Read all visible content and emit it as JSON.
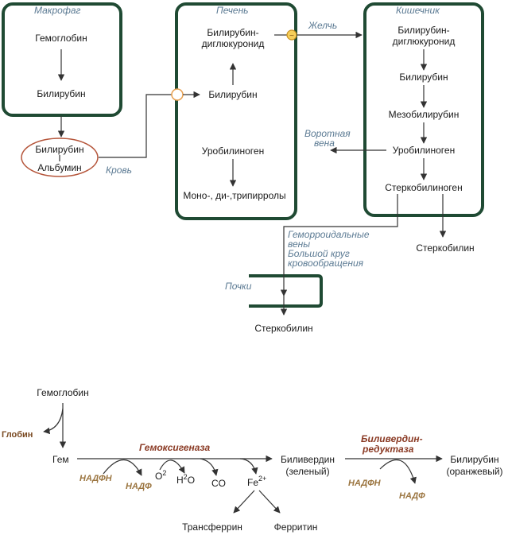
{
  "top": {
    "macrophage": {
      "title": "Макрофаг",
      "hemoglobin": "Гемоглобин",
      "bilirubin": "Билирубин"
    },
    "complex": {
      "line1": "Билирубин",
      "line2": "Альбумин",
      "blood": "Кровь"
    },
    "liver": {
      "title": "Печень",
      "bdg1": "Билирубин-",
      "bdg2": "диглюкуронид",
      "bilirubin": "Билирубин",
      "urobilinogen": "Уробилиноген",
      "pyrroles": "Моно-, ди-,трипирролы"
    },
    "bile": "Желчь",
    "portal": {
      "line1": "Воротная",
      "line2": "вена"
    },
    "intestine": {
      "title": "Кишечник",
      "bdg1": "Билирубин-",
      "bdg2": "диглюкуронид",
      "bilirubin": "Билирубин",
      "mesobilirubin": "Мезобилирубин",
      "urobilinogen": "Уробилиноген",
      "stercobilinogen": "Стеркобилиноген"
    },
    "veins": {
      "line1": "Геморроидальные",
      "line2": "вены",
      "line3": "Большой круг",
      "line4": "кровообращения"
    },
    "kidney": "Почки",
    "stercobilin_right": "Стеркобилин",
    "stercobilin_bottom": "Стеркобилин"
  },
  "bottom": {
    "hemoglobin": "Гемоглобин",
    "globin": "Глобин",
    "heme": "Гем",
    "heme_oxygenase": "Гемоксигеназа",
    "nadph_1": "НАДФН",
    "nadp_1": "НАДФ",
    "o2": "O",
    "o2_sub": "2",
    "h2o_h": "H",
    "h2o_sub": "2",
    "h2o_o": "O",
    "co": "CO",
    "fe": "Fe",
    "fe_sup": "2+",
    "biliverdin": "Биливердин",
    "biliverdin_color": "(зеленый)",
    "reductase_1": "Биливердин-",
    "reductase_2": "редуктаза",
    "nadph_2": "НАДФН",
    "nadp_2": "НАДФ",
    "bilirubin": "Билирубин",
    "bilirubin_color": "(оранжевый)",
    "transferrin": "Трансферрин",
    "ferritin": "Ферритин"
  },
  "colors": {
    "box": "#1f4a33",
    "label": "#5b7a93",
    "cofactor": "#9b7540",
    "enzyme": "#8a3a24",
    "ellipse": "#b5553a",
    "transport": "#e8a050"
  }
}
